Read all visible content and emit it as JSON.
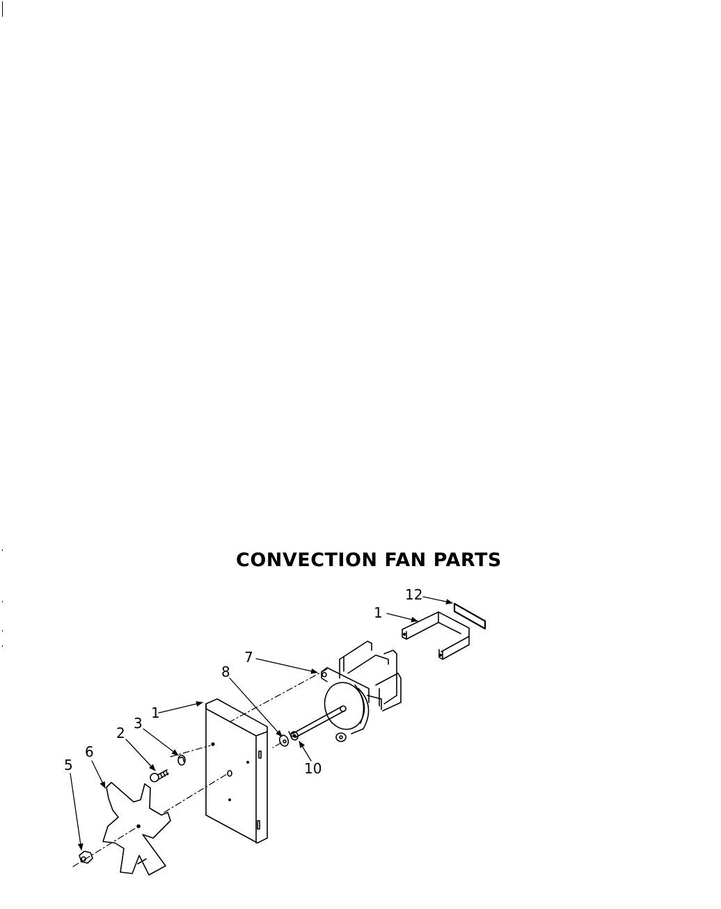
{
  "diagram": {
    "title": "CONVECTION FAN PARTS",
    "callouts": [
      {
        "id": "12",
        "label": "12",
        "part": "insulation-pad"
      },
      {
        "id": "11",
        "label": "1",
        "part": "motor-bracket"
      },
      {
        "id": "7",
        "label": "7",
        "part": "fan-motor"
      },
      {
        "id": "8",
        "label": "8",
        "part": "washer"
      },
      {
        "id": "10",
        "label": "10",
        "part": "shaft-washer"
      },
      {
        "id": "1",
        "label": "1",
        "part": "fan-housing-panel"
      },
      {
        "id": "3",
        "label": "3",
        "part": "lock-washer"
      },
      {
        "id": "2",
        "label": "2",
        "part": "screw"
      },
      {
        "id": "6",
        "label": "6",
        "part": "fan-blade"
      },
      {
        "id": "5",
        "label": "5",
        "part": "nut"
      }
    ]
  },
  "colors": {
    "ink": "#000000",
    "paper": "#ffffff"
  }
}
